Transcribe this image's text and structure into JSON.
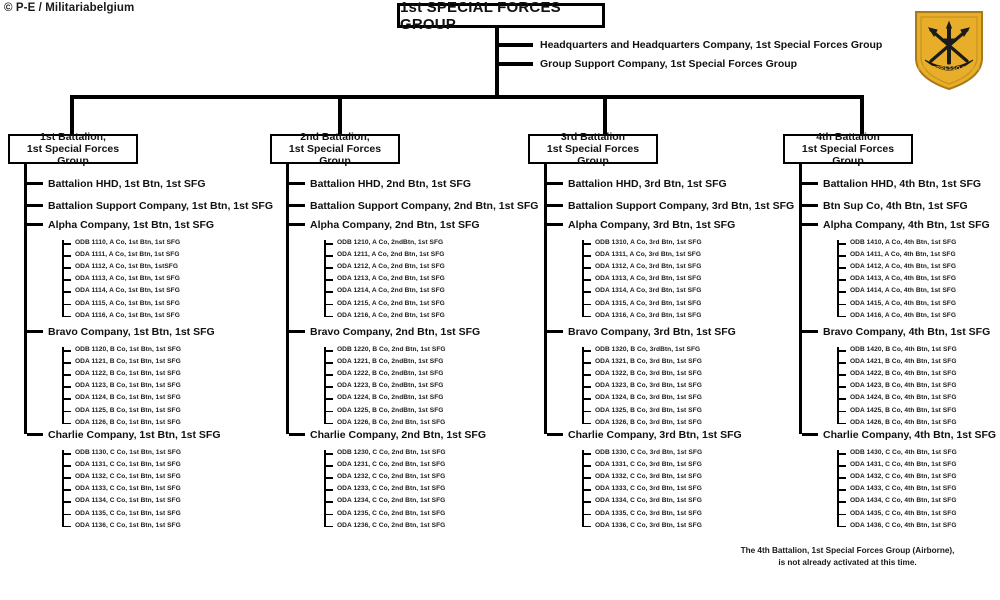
{
  "credit": "© P-E / Militariabelgium",
  "root": {
    "title": "1st SPECIAL FORCES GROUP",
    "staff": [
      "Headquarters and Headquarters Company,  1st Special Forces Group",
      "Group Support Company,  1st Special Forces Group"
    ]
  },
  "footnote": {
    "line1": "The 4th Battalion, 1st Special Forces Group (Airborne),",
    "line2": "is not already activated at this time."
  },
  "insignia": {
    "name": "1st-special-forces-group-flash",
    "shield_color": "#E8AE29",
    "border_color": "#B8860B",
    "crest_color": "#1a1a1a",
    "motto": "DE OPPRESSO LIBER"
  },
  "battalions": [
    {
      "box_line1": "1st Battalion,",
      "box_line2": "1st Special Forces Group",
      "staff": [
        "Battalion HHD,  1st Btn, 1st SFG",
        "Battalion  Support Company, 1st Btn,  1st SFG"
      ],
      "companies": [
        {
          "label": "Alpha Company, 1st Btn,  1st SFG",
          "teams": [
            "ODB 1110, A Co, 1st Btn,  1st SFG",
            "ODA 1111, A Co, 1st Btn,  1st SFG",
            "ODA 1112, A Co, 1st Btn,  1stSFG",
            "ODA 1113, A Co, 1st Btn,  1st SFG",
            "ODA 1114, A Co, 1st Btn,  1st SFG",
            "ODA 1115, A Co, 1st Btn,  1st SFG",
            "ODA 1116, A Co, 1st Btn,  1st SFG"
          ]
        },
        {
          "label": "Bravo Company, 1st Btn, 1st SFG",
          "teams": [
            "ODB 1120, B Co, 1st Btn,  1st SFG",
            "ODA 1121, B Co, 1st Btn,  1st SFG",
            "ODA 1122, B Co, 1st Btn,  1st SFG",
            "ODA 1123, B Co, 1st Btn,  1st SFG",
            "ODA 1124, B Co, 1st Btn,  1st SFG",
            "ODA 1125, B Co, 1st Btn,  1st SFG",
            "ODA 1126, B Co, 1st Btn,  1st SFG"
          ]
        },
        {
          "label": "Charlie Company, 1st Btn,  1st SFG",
          "teams": [
            "ODB 1130, C Co, 1st Btn,  1st SFG",
            "ODA 1131, C Co, 1st Btn,  1st SFG",
            "ODA 1132, C Co, 1st Btn,  1st SFG",
            "ODA 1133, C Co, 1st Btn,  1st SFG",
            "ODA 1134, C Co, 1st Btn,  1st SFG",
            "ODA 1135, C Co, 1st Btn,  1st SFG",
            "ODA 1136, C Co, 1st Btn,  1st SFG"
          ]
        }
      ]
    },
    {
      "box_line1": "2nd Battalion,",
      "box_line2": "1st Special Forces Group",
      "staff": [
        "Battalion HHD,  2nd Btn, 1st SFG",
        "Battalion  Support Company, 2nd Btn,  1st SFG"
      ],
      "companies": [
        {
          "label": "Alpha Company, 2nd Btn,  1st SFG",
          "teams": [
            "ODB 1210, A Co, 2ndBtn,  1st  SFG",
            "ODA 1211, A Co, 2nd Btn,  1st  SFG",
            "ODA 1212, A Co, 2nd Btn,  1st SFG",
            "ODA 1213, A Co, 2nd Btn,  1st SFG",
            "ODA 1214, A Co, 2nd Btn,  1st SFG",
            "ODA 1215, A Co, 2nd Btn,  1st SFG",
            "ODA 1216, A Co, 2nd Btn,  1st SFG"
          ]
        },
        {
          "label": "Bravo Company, 2nd Btn,  1st SFG",
          "teams": [
            "ODB 1220, B Co, 2nd Btn,  1st  SFG",
            "ODA 1221, B Co, 2ndBtn,  1st SFG",
            "ODA 1222, B Co, 2ndBtn,  1st SFG",
            "ODA 1223, B Co, 2ndBtn,  1st SFG",
            "ODA 1224, B Co, 2ndBtn,  1st SFG",
            "ODA 1225, B Co, 2ndBtn,  1st SFG",
            "ODA 1226, B Co, 2nd Btn,  1st SFG"
          ]
        },
        {
          "label": "Charlie Company, 2nd Btn, 1st SFG",
          "teams": [
            "ODB 1230, C Co, 2nd Btn,  1st SFG",
            "ODA 1231, C Co, 2nd Btn,  1st SFG",
            "ODA 1232, C Co, 2nd Btn,  1st SFG",
            "ODA 1233, C Co, 2nd Btn,  1st SFG",
            "ODA 1234, C Co, 2nd Btn,  1st SFG",
            "ODA 1235, C Co, 2nd Btn,  1st SFG",
            "ODA 1236, C Co, 2nd Btn,  1st SFG"
          ]
        }
      ]
    },
    {
      "box_line1": "3rd Battalion",
      "box_line2": "1st Special Forces Group",
      "staff": [
        "Battalion HHD,  3rd Btn, 1st SFG",
        "Battalion  Support Company, 3rd Btn,  1st SFG"
      ],
      "companies": [
        {
          "label": "Alpha Company, 3rd Btn,  1st SFG",
          "teams": [
            "ODB 1310, A Co, 3rd Btn,  1st SFG",
            "ODA 1311, A Co, 3rd Btn,  1st SFG",
            "ODA 1312, A Co, 3rd Btn,  1st SFG",
            "ODA 1313, A Co, 3rd Btn,  1st SFG",
            "ODA 1314, A Co, 3rd Btn,  1st SFG",
            "ODA 1315, A Co, 3rd Btn,  1st SFG",
            "ODA 1316, A Co, 3rd Btn,  1st SFG"
          ]
        },
        {
          "label": "Bravo Company, 3rd Btn, 1st SFG",
          "teams": [
            "ODB 1320, B Co, 3rdBtn,  1st SFG",
            "ODA 1321, B Co, 3rd Btn,  1st SFG",
            "ODA 1322, B Co, 3rd Btn,  1st SFG",
            "ODA 1323, B Co, 3rd Btn,  1st SFG",
            "ODA 1324, B Co, 3rd Btn,  1st SFG",
            "ODA 1325, B Co, 3rd Btn,  1st SFG",
            "ODA 1326, B Co, 3rd Btn,  1st SFG"
          ]
        },
        {
          "label": "Charlie Company, 3rd Btn,  1st SFG",
          "teams": [
            "ODB 1330, C Co, 3rd Btn,  1st SFG",
            "ODA 1331, C Co, 3rd Btn,  1st SFG",
            "ODA 1332, C Co, 3rd Btn,  1st SFG",
            "ODA 1333, C Co, 3rd Btn,  1st SFG",
            "ODA 1334, C Co, 3rd Btn,  1st SFG",
            "ODA 1335, C Co, 3rd Btn,  1st SFG",
            "ODA 1336, C Co, 3rd Btn,  1st SFG"
          ]
        }
      ]
    },
    {
      "box_line1": "4th Battalion",
      "box_line2": "1st Special Forces Group",
      "staff": [
        "Battalion HHD, 4th Btn, 1st SFG",
        "Btn  Sup Co, 4th Btn,  1st SFG"
      ],
      "companies": [
        {
          "label": "Alpha Company, 4th Btn,  1st SFG",
          "teams": [
            "ODB 1410, A Co, 4th Btn,  1st SFG",
            "ODA 1411, A Co, 4th Btn,  1st SFG",
            "ODA 1412, A Co, 4th Btn,  1st SFG",
            "ODA 1413, A Co, 4th Btn,  1st SFG",
            "ODA 1414, A Co, 4th Btn,  1st SFG",
            "ODA 1415, A Co, 4th Btn,  1st SFG",
            "ODA 1416, A Co, 4th Btn,  1st SFG"
          ]
        },
        {
          "label": "Bravo Company, 4th Btn,  1st SFG",
          "teams": [
            "ODB 1420, B Co, 4th Btn,  1st SFG",
            "ODA 1421, B Co, 4th Btn,  1st SFG",
            "ODA 1422, B Co, 4th Btn,  1st SFG",
            "ODA 1423, B Co, 4th Btn,  1st SFG",
            "ODA 1424, B Co, 4th Btn,  1st SFG",
            "ODA 1425, B Co, 4th Btn,  1st SFG",
            "ODA 1426, B Co, 4th Btn,  1st SFG"
          ]
        },
        {
          "label": "Charlie Company, 4th Btn,  1st SFG",
          "teams": [
            "ODB 1430, C Co, 4th Btn,  1st SFG",
            "ODA 1431, C Co, 4th Btn,  1st SFG",
            "ODA 1432, C Co, 4th Btn,  1st SFG",
            "ODA 1433, C Co, 4th Btn,  1st SFG",
            "ODA 1434, C Co, 4th Btn,  1st SFG",
            "ODA 1435, C Co, 4th Btn,  1st SFG",
            "ODA 1436, C Co, 4th Btn,  1st SFG"
          ]
        }
      ]
    }
  ]
}
